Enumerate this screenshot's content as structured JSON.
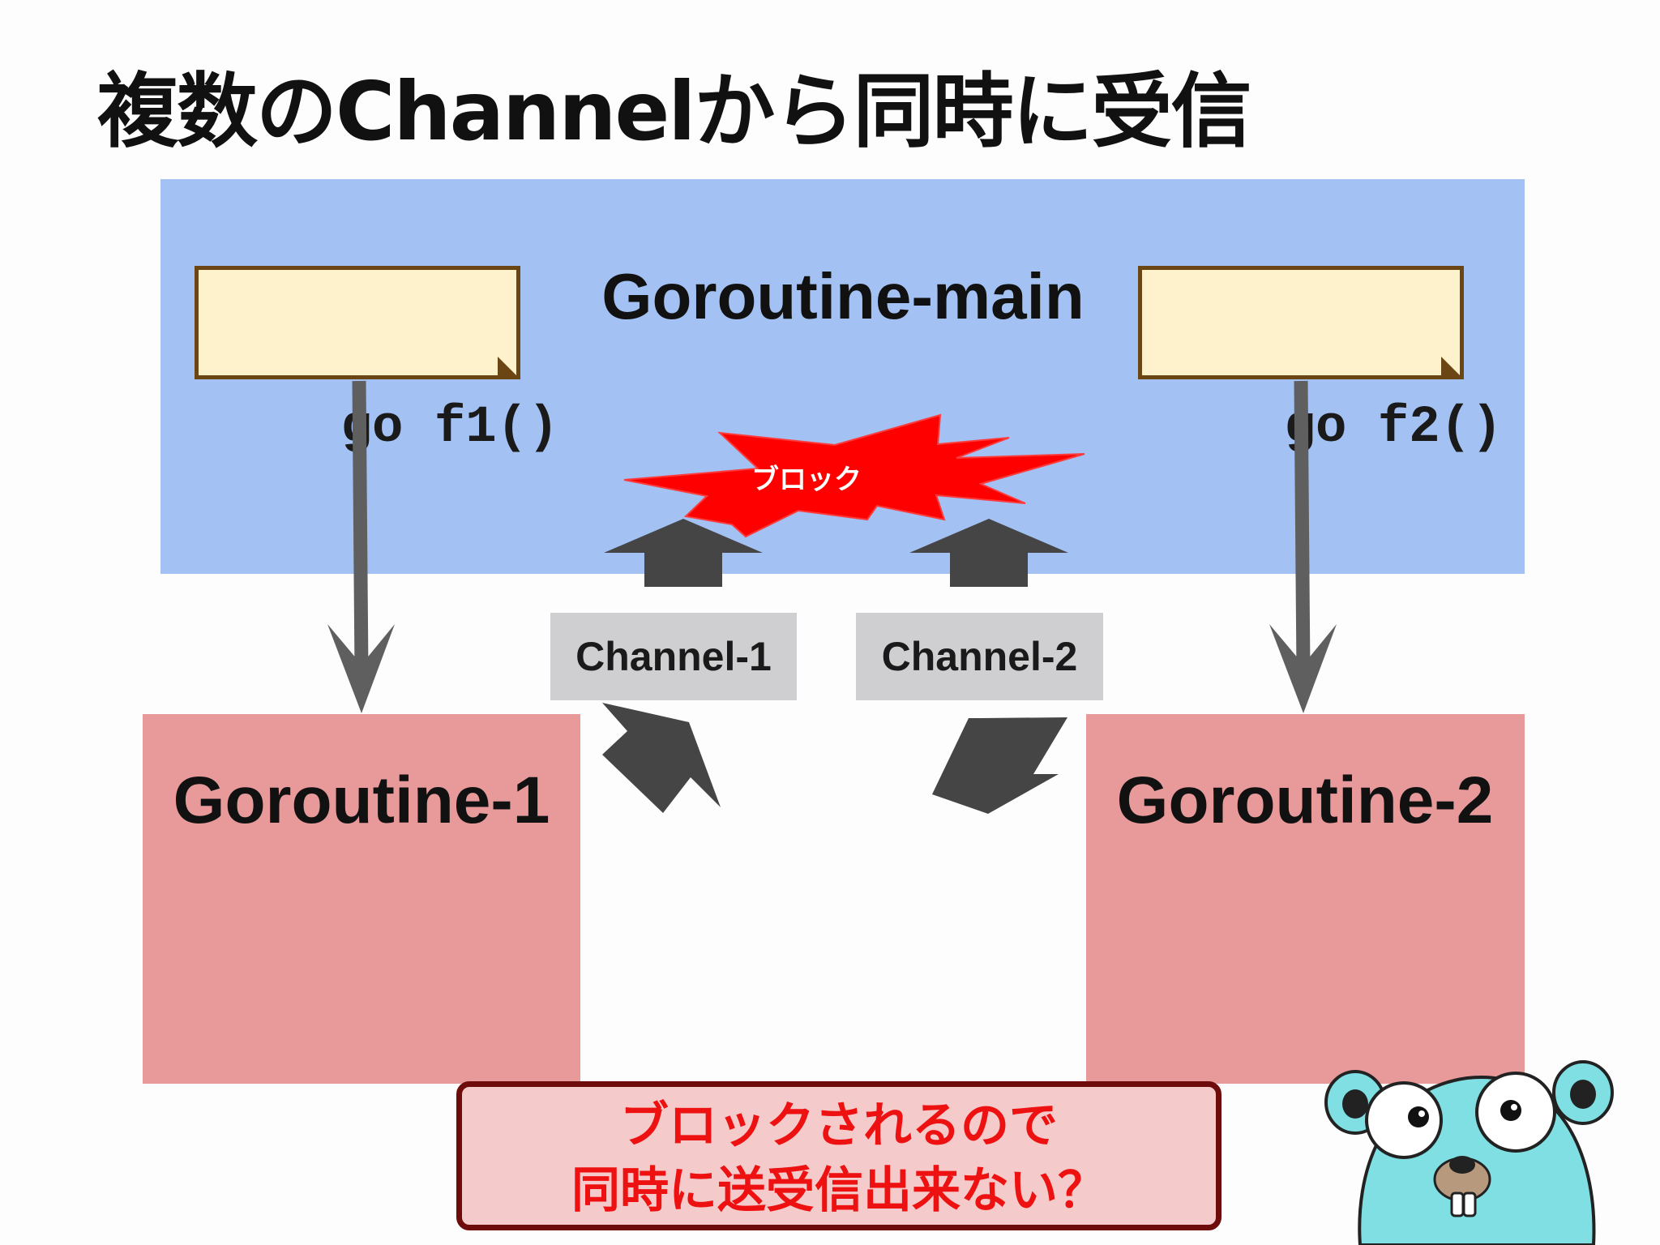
{
  "slide": {
    "title": "複数のChannelから同時に受信"
  },
  "main_routine": {
    "label": "Goroutine-main",
    "color": "#a3c1f2"
  },
  "workers": [
    {
      "label": "Goroutine-1",
      "color": "#e89a9b"
    },
    {
      "label": "Goroutine-2",
      "color": "#e89a9b"
    }
  ],
  "notes": [
    {
      "code": "go f1()"
    },
    {
      "code": "go f2()"
    }
  ],
  "channels": [
    {
      "label": "Channel-1"
    },
    {
      "label": "Channel-2"
    }
  ],
  "burst": {
    "label": "ブロック",
    "color": "#ff0000"
  },
  "callout": {
    "line1": "ブロックされるので",
    "line2": "同時に送受信出来ない？",
    "text_color": "#ee1111",
    "border_color": "#6e0c0c"
  },
  "colors": {
    "arrow_dark": "#454545",
    "arrow_gray": "#5f5f5f",
    "note_border": "#6b4513",
    "note_fill": "#fdf2cc",
    "channel_fill": "#cfcfd1",
    "gopher_fill": "#7fdfe3"
  },
  "icons": {
    "burst": "explosion-burst",
    "mascot": "go-gopher"
  }
}
